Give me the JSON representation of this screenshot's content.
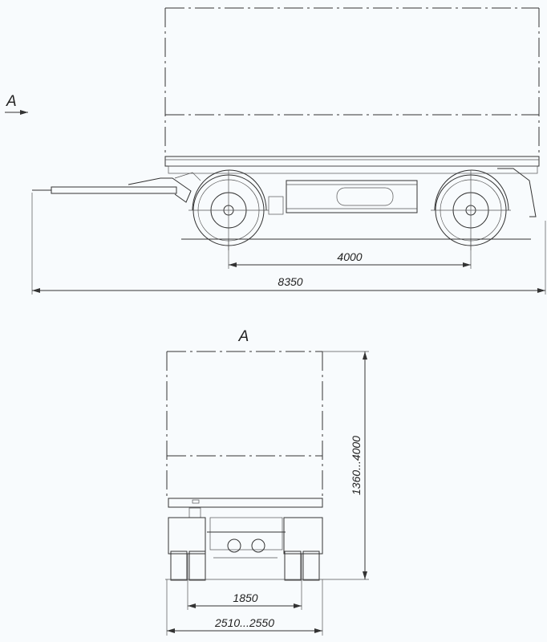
{
  "side_view": {
    "view_marker": "A",
    "dimensions": {
      "wheelbase": "4000",
      "overall_length": "8350"
    }
  },
  "front_view": {
    "title": "A",
    "dimensions": {
      "height": "1360...4000",
      "track": "1850",
      "width": "2510...2550"
    }
  },
  "colors": {
    "background": "#f8fbfd",
    "lines": "#333333"
  }
}
